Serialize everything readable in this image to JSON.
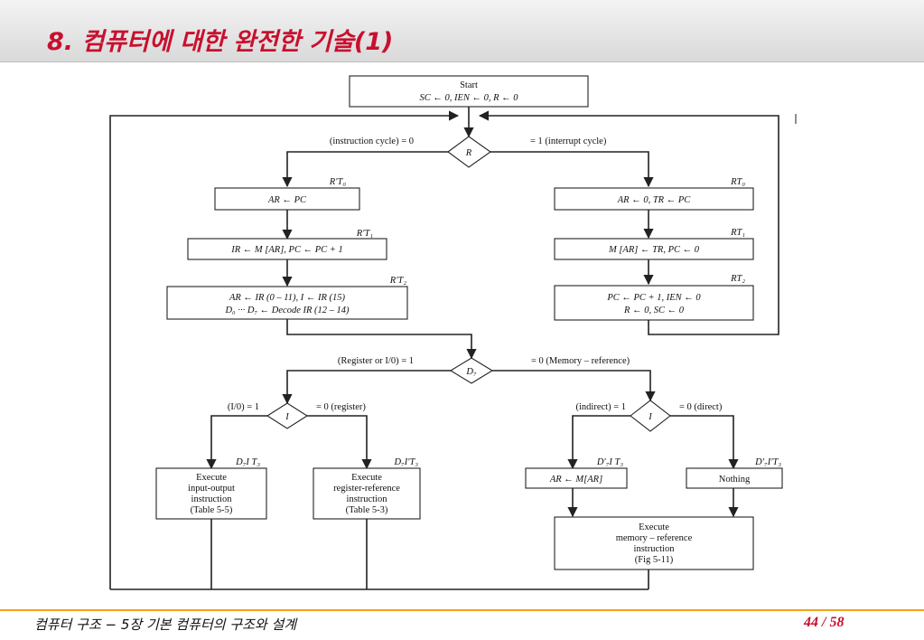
{
  "slide": {
    "title": "8. 컴퓨터에 대한 완전한 기술(1)",
    "footer": "컴퓨터 구조 − 5장 기본 컴퓨터의 구조와 설계",
    "page_current": "44",
    "page_sep": "/",
    "page_total": "58"
  },
  "flow": {
    "start": {
      "line1": "Start",
      "line2": "SC ← 0, IEN ← 0, R ← 0"
    },
    "dec_r": {
      "symbol": "R",
      "left_label": "(instruction cycle) = 0",
      "right_label": "= 1  (interrupt cycle)"
    },
    "steps": {
      "t0_label": "R′T₀",
      "t0_box": "AR ← PC",
      "t1_label": "R′T₁",
      "t1_box": "IR ← M [AR],  PC ← PC + 1",
      "t2_label": "R′T₂",
      "t2_line1": "AR ← IR (0 – 11),  I ← IR (15)",
      "t2_line2": "D₀ ··· D₇ ← Decode IR (12 – 14)"
    },
    "interrupt": {
      "t0_label": "RT₀",
      "t0_box": "AR ← 0, TR ← PC",
      "t1_label": "RT₁",
      "t1_box": "M [AR] ← TR,  PC ← 0",
      "t2_label": "RT₂",
      "t2_line1": "PC ← PC + 1,  IEN ← 0",
      "t2_line2": "R ← 0, SC ← 0"
    },
    "dec_d7": {
      "symbol": "D₇",
      "left_label": "(Register or I/0)   = 1",
      "right_label": "= 0  (Memory – reference)"
    },
    "dec_i_left": {
      "symbol": "I",
      "left_label": "(I/0)   = 1",
      "right_label": "= 0   (register)"
    },
    "dec_i_right": {
      "symbol": "I",
      "left_label": "(indirect)   = 1",
      "right_label": "= 0   (direct)"
    },
    "exec_io": {
      "label": "D₇I T₃",
      "line1": "Execute",
      "line2": "input-output",
      "line3": "instruction",
      "line4": "(Table 5-5)"
    },
    "exec_reg": {
      "label": "D₇I′T₃",
      "line1": "Execute",
      "line2": "register-reference",
      "line3": "instruction",
      "line4": "(Table 5-3)"
    },
    "indirect": {
      "label": "D′₇I T₃",
      "box": "AR ←  M[AR]"
    },
    "direct": {
      "label": "D′₇I′T₃",
      "box": "Nothing"
    },
    "exec_mem": {
      "line1": "Execute",
      "line2": "memory – reference",
      "line3": "instruction",
      "line4": "(Fig 5-11)"
    }
  }
}
